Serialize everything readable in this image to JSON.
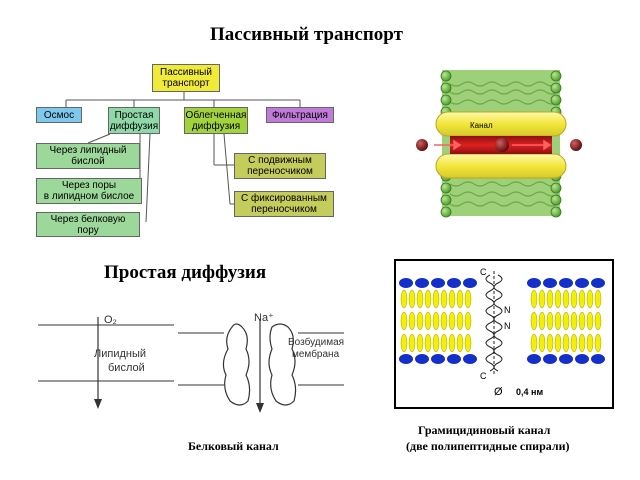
{
  "headings": {
    "passive_transport": "Пассивный транспорт",
    "simple_diffusion": "Простая диффузия"
  },
  "tree": {
    "root": "Пассивный\nтранспорт",
    "osmos": "Осмос",
    "simple": "Простая\nдиффузия",
    "facilitated": "Облегченная\nдиффузия",
    "filtration": "Фильтрация",
    "lipid_bilayer": "Через липидный\nбислой",
    "pores": "Через поры\nв липидном бислое",
    "protein_pore": "Через белковую\nпору",
    "mobile_carrier": "С подвижным\nпереносчиком",
    "fixed_carrier": "С фиксированным\nпереносчиком"
  },
  "channel_figure": {
    "label": "Канал"
  },
  "diffusion_figure": {
    "o2_label": "O₂",
    "lipid_label": "Липидный\nбислой",
    "na_label": "Na⁺",
    "membrane_label": "Возбудимая\nмембрана"
  },
  "gramicidin_figure": {
    "letter_c_top": "C",
    "letter_n_top": "N",
    "letter_n_bottom": "N",
    "letter_c_bottom": "C",
    "diameter_label": "0,4 нм",
    "diameter_symbol": "Ø"
  },
  "captions": {
    "protein_channel": "Белковый канал",
    "gramicidin_line1": "Грамицидиновый канал",
    "gramicidin_line2": "(две полипептидные спирали)"
  }
}
